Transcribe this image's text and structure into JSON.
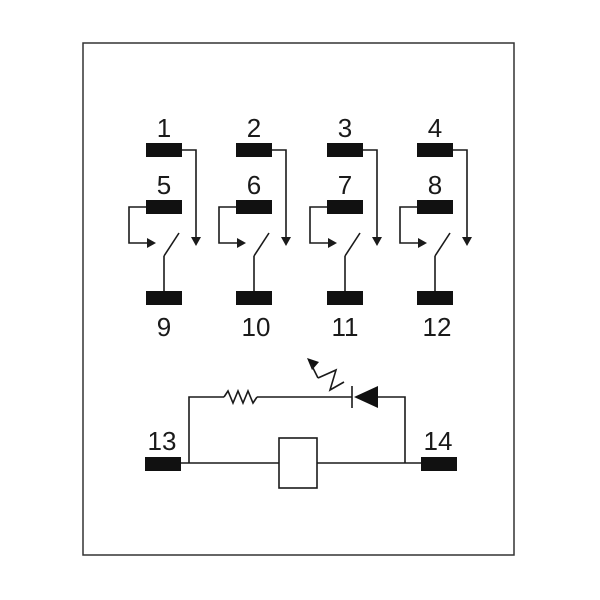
{
  "diagram": {
    "contact_groups": [
      {
        "common": "9",
        "nc": "1",
        "no": "5"
      },
      {
        "common": "10",
        "nc": "2",
        "no": "6"
      },
      {
        "common": "11",
        "nc": "3",
        "no": "7"
      },
      {
        "common": "12",
        "nc": "4",
        "no": "8"
      }
    ],
    "coil": {
      "left_terminal": "13",
      "right_terminal": "14"
    },
    "indicator_components": [
      "resistor-icon",
      "led-icon"
    ],
    "colors": {
      "line": "#1a1a1a",
      "pad": "#111111",
      "background": "#ffffff"
    }
  }
}
